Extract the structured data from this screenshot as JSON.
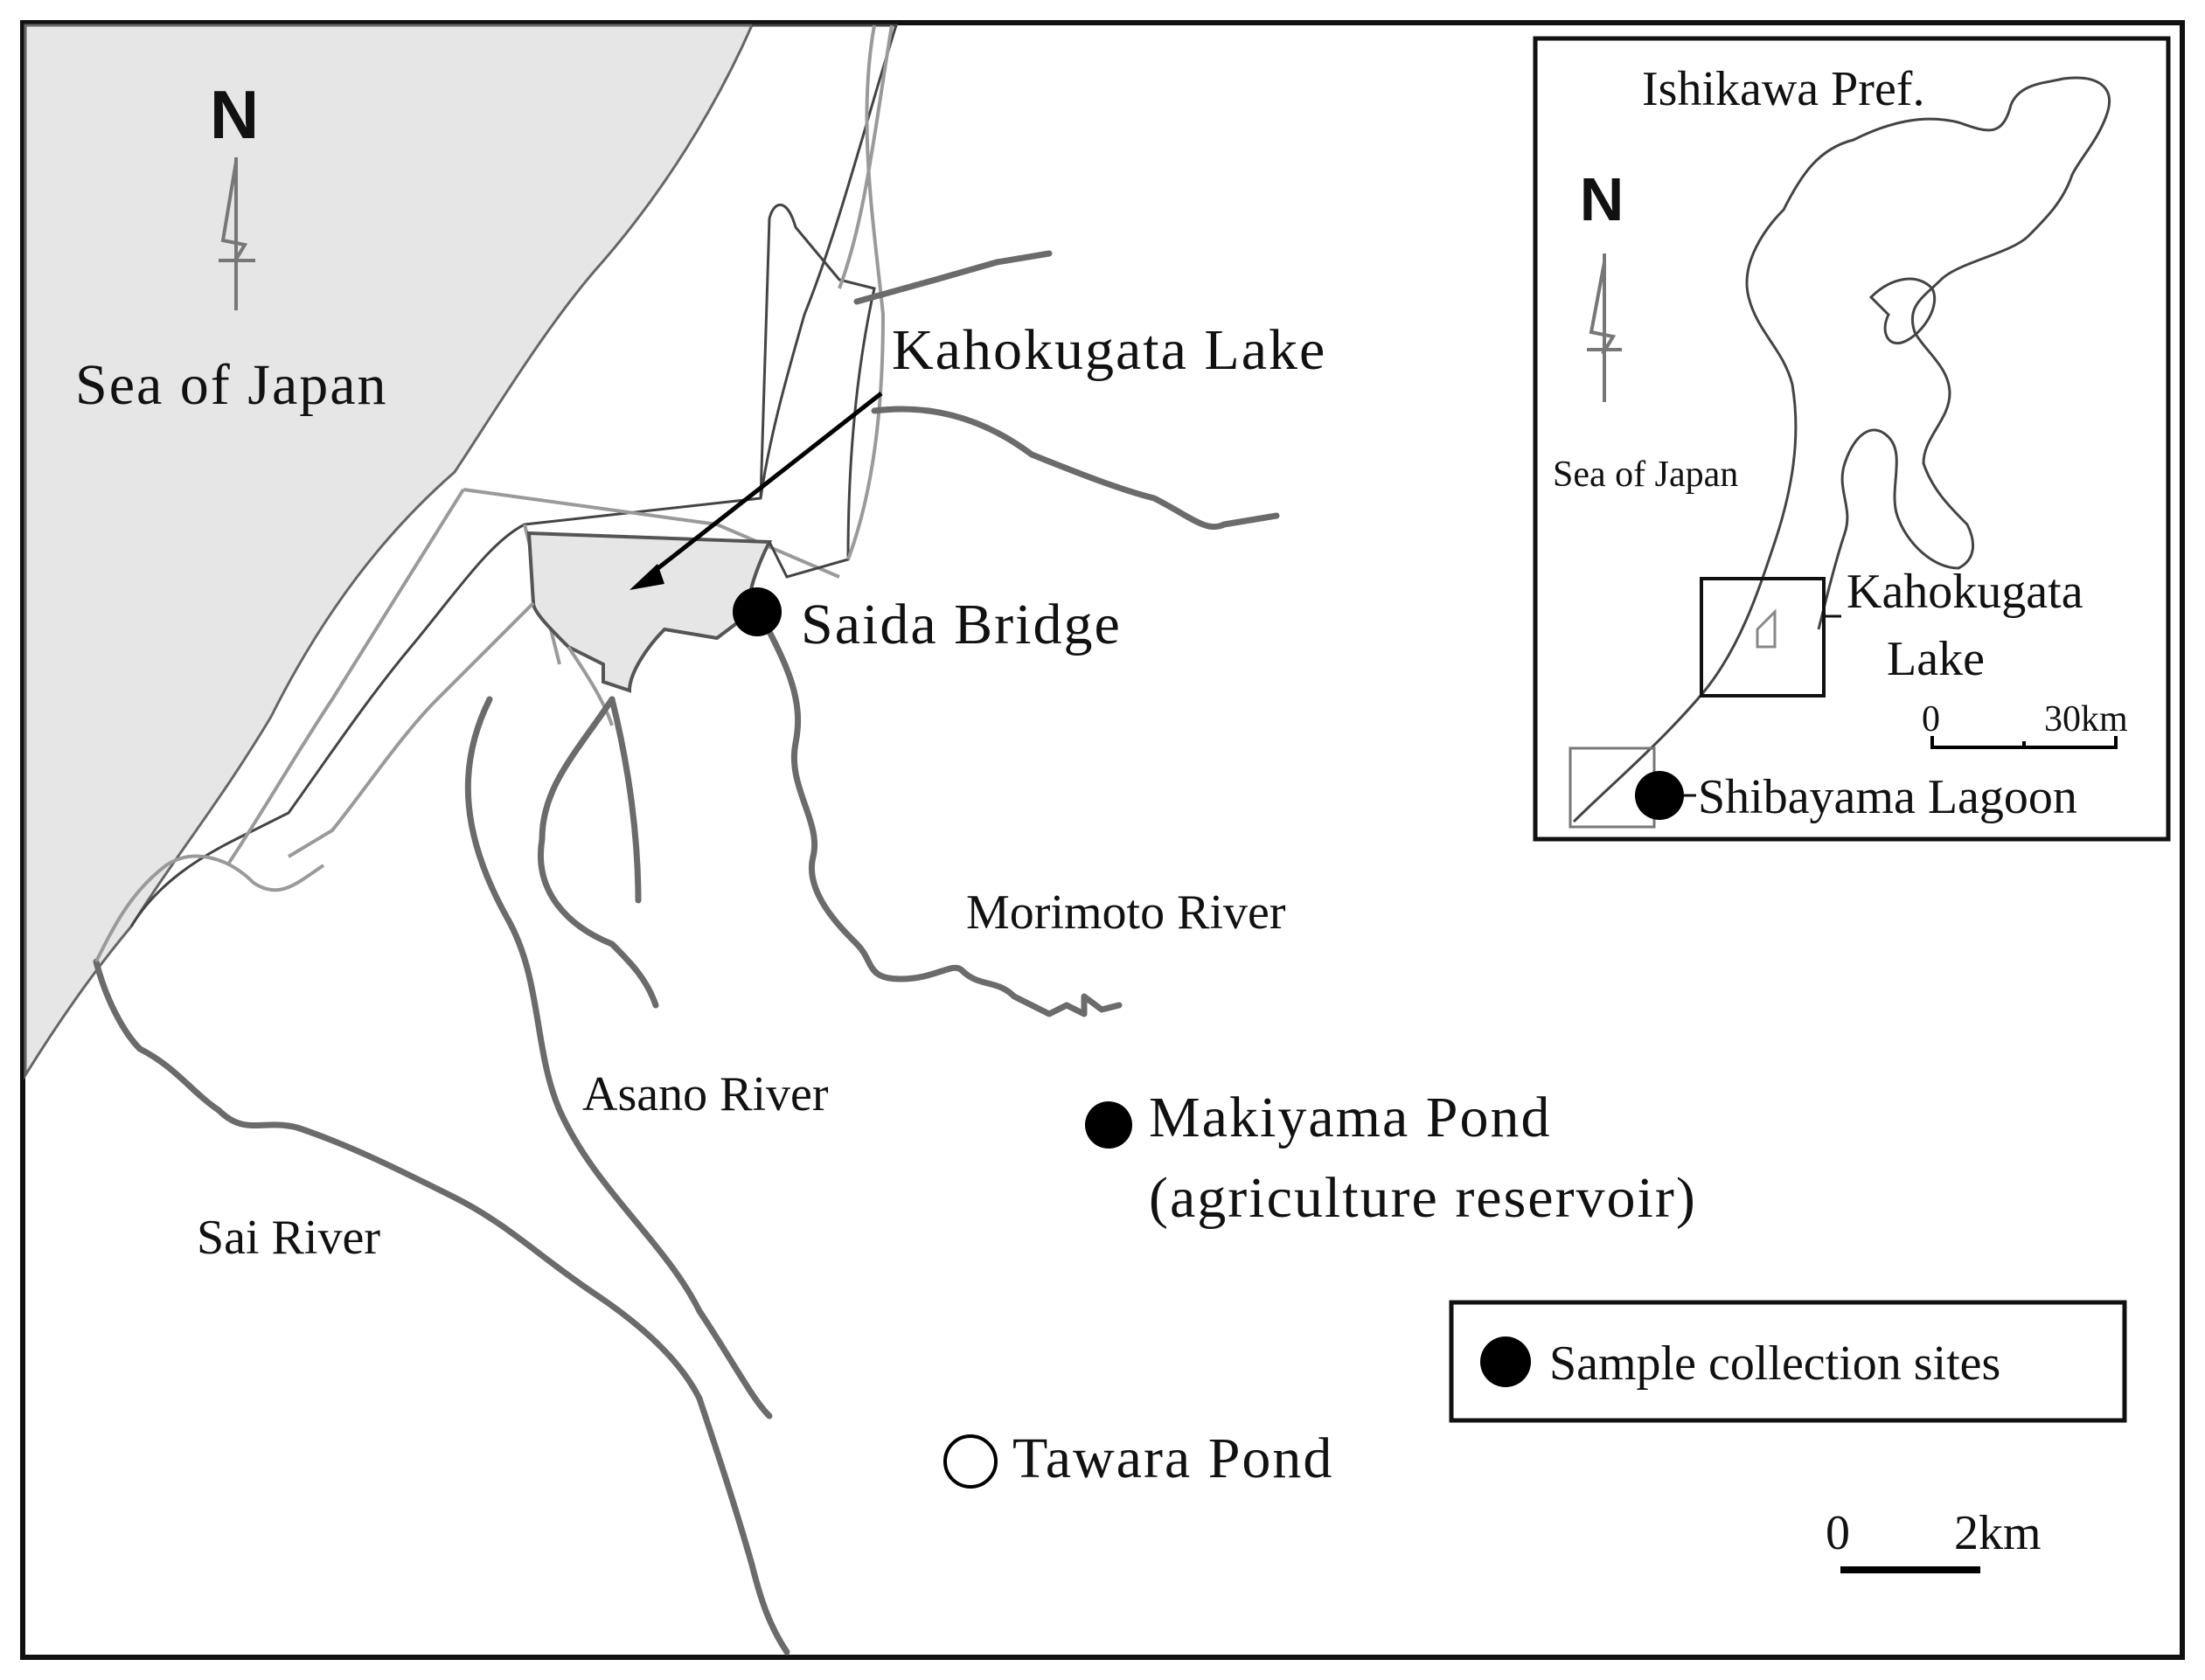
{
  "figure": {
    "colors": {
      "sea": "#e6e6e6",
      "river": "#6b6b6b",
      "border": "#111111",
      "site_marker": "#000000"
    },
    "north_label": "N",
    "sea_label": "Sea of Japan",
    "lake_label": "Kahokugata Lake",
    "sites": {
      "saida": "Saida Bridge",
      "makiyama_line1": "Makiyama Pond",
      "makiyama_line2": "(agriculture reservoir)",
      "tawara": "Tawara Pond"
    },
    "rivers": {
      "morimoto": "Morimoto River",
      "asano": "Asano River",
      "sai": "Sai River"
    },
    "legend": {
      "label": "Sample collection sites",
      "icon": "filled-circle"
    },
    "scale": {
      "zero": "0",
      "distance": "2km"
    },
    "inset": {
      "title": "Ishikawa Pref.",
      "north_label": "N",
      "sea_label": "Sea of Japan",
      "lake_line1": "Kahokugata",
      "lake_line2": "Lake",
      "lagoon_label": "Shibayama Lagoon",
      "scale_zero": "0",
      "scale_distance": "30km"
    }
  }
}
